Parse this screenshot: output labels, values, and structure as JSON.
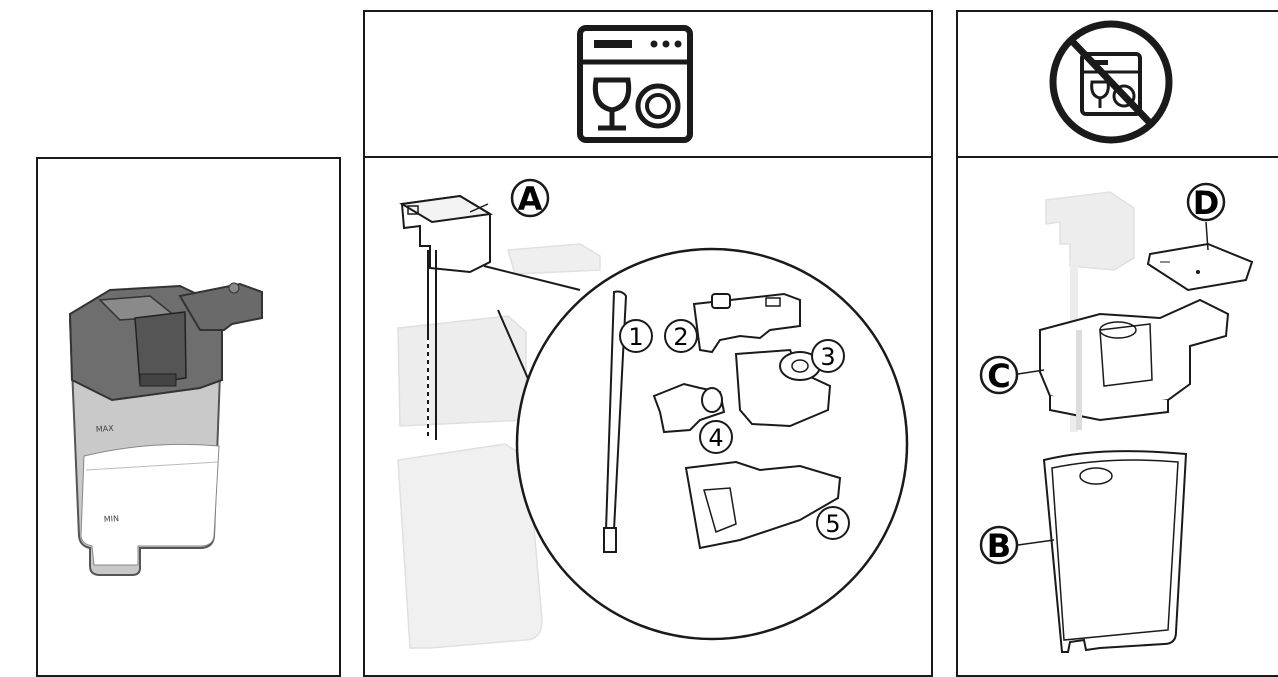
{
  "product_panel": {
    "max_mark": "MAX",
    "min_mark": "MIN"
  },
  "dishwasher_safe": {
    "icon": "dishwasher-icon",
    "group_letter": "A",
    "parts": [
      "1",
      "2",
      "3",
      "4",
      "5"
    ]
  },
  "not_dishwasher_safe": {
    "icon": "no-dishwasher-icon",
    "letters": [
      "D",
      "C",
      "B"
    ]
  }
}
